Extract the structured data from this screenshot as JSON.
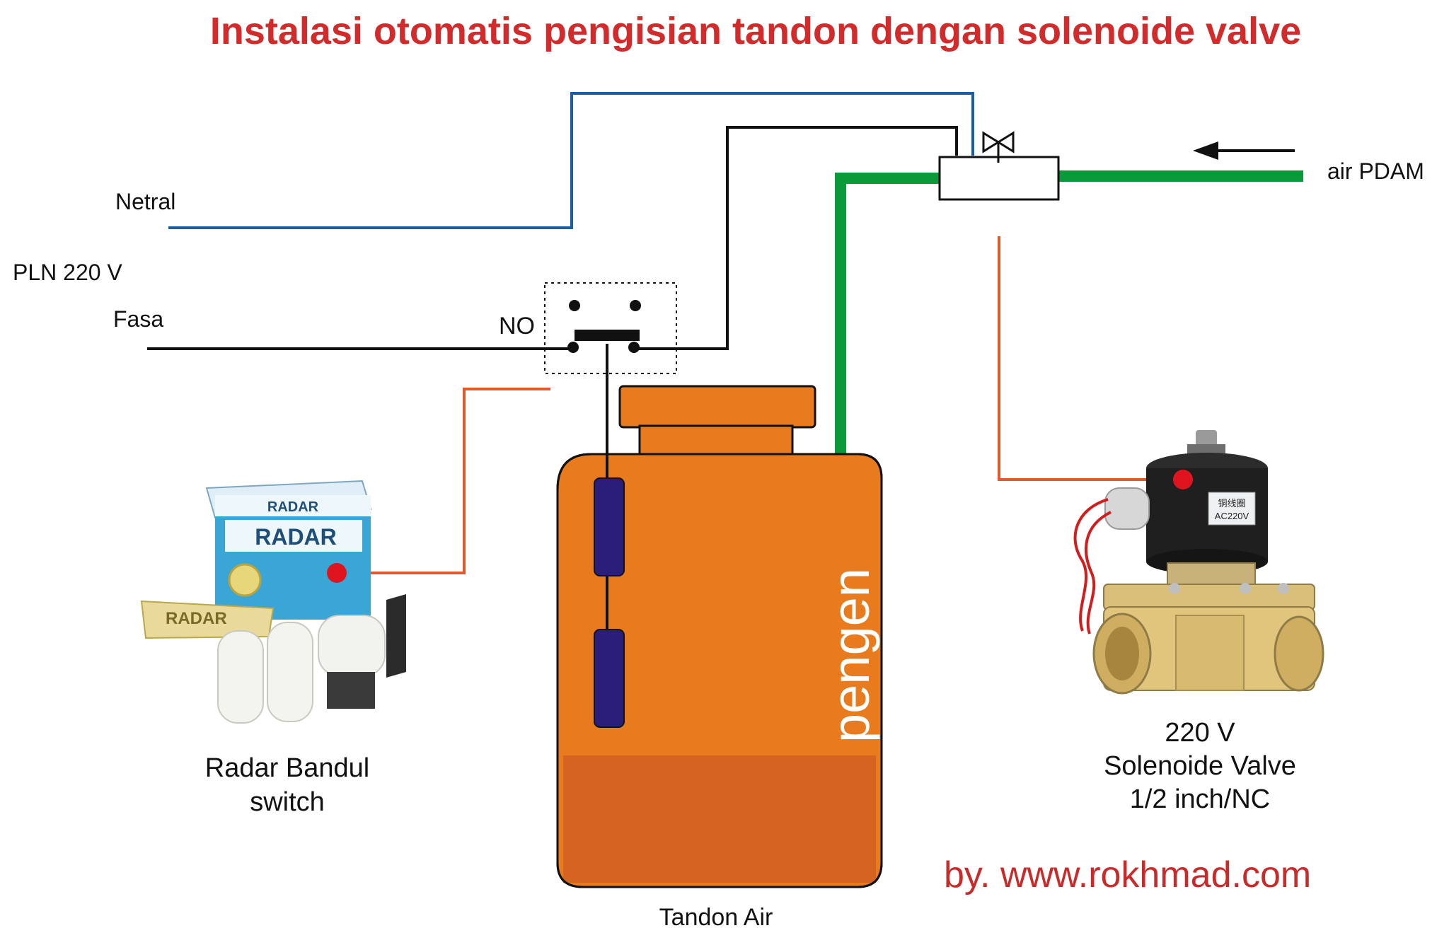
{
  "title": "Instalasi otomatis pengisian tandon dengan solenoide valve",
  "labels": {
    "netral": "Netral",
    "pln": "PLN 220 V",
    "fasa": "Fasa",
    "no": "NO",
    "air_pdam": "air PDAM",
    "tank_side": "pengen",
    "tank_caption": "Tandon Air",
    "switch_caption_line1": "Radar Bandul",
    "switch_caption_line2": "switch",
    "valve_caption_line1": "220 V",
    "valve_caption_line2": "Solenoide Valve",
    "valve_caption_line3": "1/2 inch/NC"
  },
  "radar_product": {
    "box_brand": "RADAR",
    "box_brand_large": "RADAR",
    "sticker_brand": "RADAR"
  },
  "valve_product": {
    "coil_label_line1": "铜线圈",
    "coil_label_line2": "AC220V"
  },
  "credit": "by. www.rokhmad.com",
  "colors": {
    "title": "#d22b2b",
    "neutral_wire": "#1a5ea8",
    "phase_wire": "#111111",
    "water_pipe": "#0a9a3a",
    "tank": "#e87b1e",
    "tank_water": "#d4641f",
    "float": "#2a1e7a",
    "pointer_line": "#e05a2b",
    "pointer_dot": "#e0141e"
  }
}
